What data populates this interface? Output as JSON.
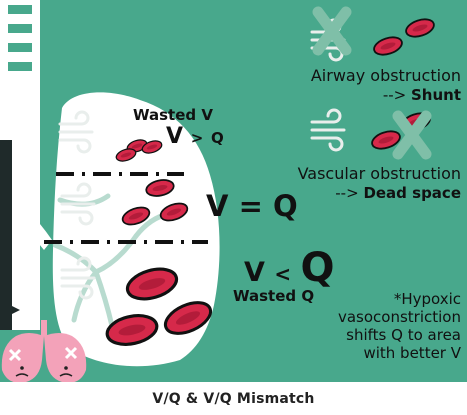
{
  "colors": {
    "background": "#48a88c",
    "lung": "#ffffff",
    "airway": "#e9eeec",
    "rbc": "#d6294a",
    "rbc_center": "#b31c3a",
    "rbc_rim": "#111111",
    "x_mark": "#7fbfa8",
    "mascot": "#f3a2b9",
    "footer_bg": "#ffffff"
  },
  "icons": [
    "wind-icon",
    "red-blood-cell-icon",
    "x-mark-icon",
    "lung-mascot-icon",
    "dash-dot-line"
  ],
  "legend": {
    "shunt": {
      "line1": "Airway obstruction",
      "arrow": "--> ",
      "term": "Shunt"
    },
    "dead_space": {
      "line1": "Vascular obstruction",
      "arrow": "--> ",
      "term": "Dead space"
    }
  },
  "zones": {
    "top": {
      "label": "Wasted V",
      "rel_v": "V",
      "rel_op": ">",
      "rel_q": "Q"
    },
    "middle": {
      "rel_v": "V",
      "rel_op": "=",
      "rel_q": "Q"
    },
    "bottom": {
      "rel_v": "V",
      "rel_op": "<",
      "rel_q": "Q",
      "label": "Wasted Q"
    }
  },
  "note": {
    "lines": [
      "*Hypoxic",
      "vasoconstriction",
      "shifts Q to area",
      "with better V"
    ]
  },
  "title": "V/Q & V/Q Mismatch"
}
